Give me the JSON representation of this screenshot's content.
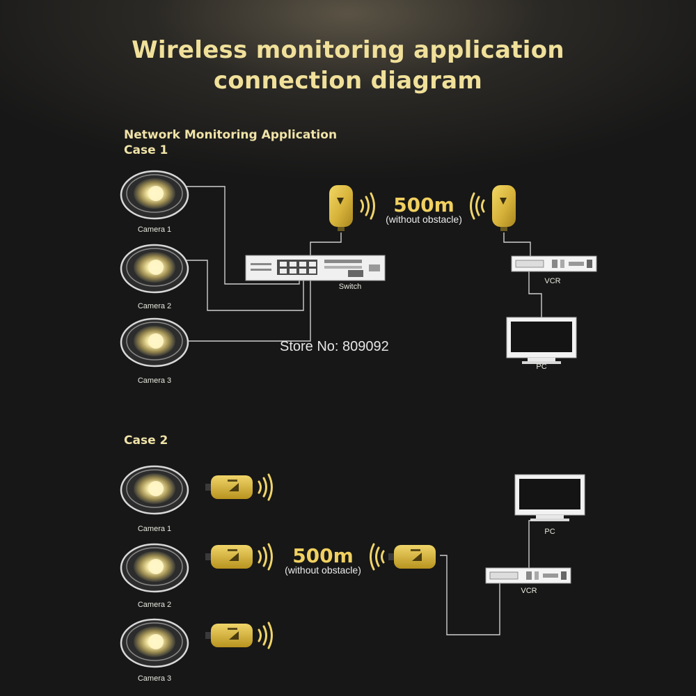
{
  "title": {
    "line1": "Wireless monitoring application",
    "line2": "connection diagram"
  },
  "case1": {
    "heading1": "Network Monitoring Application",
    "heading2": "Case 1",
    "cameras": [
      "Camera 1",
      "Camera 2",
      "Camera 3"
    ],
    "switch_label": "Switch",
    "distance": "500m",
    "distance_note": "(without obstacle)",
    "vcr_label": "VCR",
    "pc_label": "PC"
  },
  "case2": {
    "heading": "Case 2",
    "cameras": [
      "Camera 1",
      "Camera 2",
      "Camera 3"
    ],
    "distance": "500m",
    "distance_note": "(without obstacle)",
    "pc_label": "PC",
    "vcr_label": "VCR"
  },
  "watermark": "Store No: 809092",
  "colors": {
    "background": "#1a1a1a",
    "title": "#f0e09a",
    "accent": "#e4c24a",
    "wire": "#cfcfcf"
  }
}
